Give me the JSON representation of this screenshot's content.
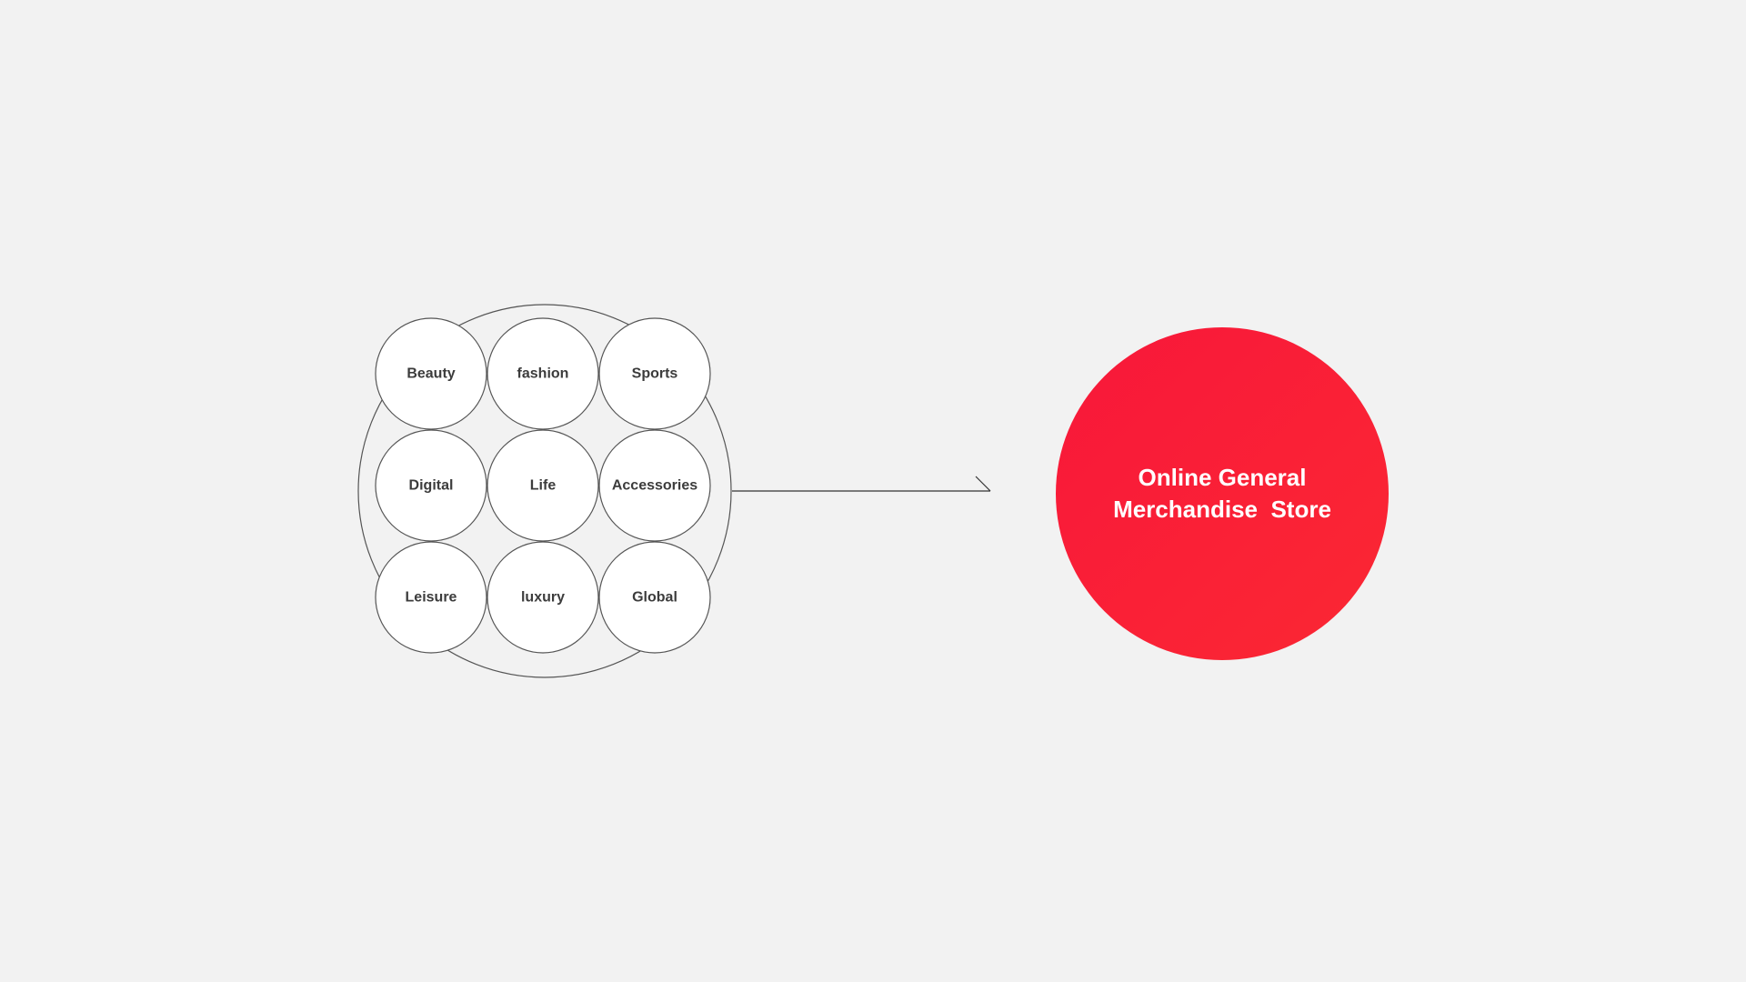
{
  "categories": [
    {
      "label": "Beauty"
    },
    {
      "label": "fashion"
    },
    {
      "label": "Sports"
    },
    {
      "label": "Digital"
    },
    {
      "label": "Life"
    },
    {
      "label": "Accessories"
    },
    {
      "label": "Leisure"
    },
    {
      "label": "luxury"
    },
    {
      "label": "Global"
    }
  ],
  "store": {
    "line1": "Online General",
    "line2": "Merchandise  Store"
  },
  "colors": {
    "background": "#f2f2f2",
    "outline": "#555555",
    "category_fill": "#ffffff",
    "category_text": "#3c3c3c",
    "store_gradient_start": "#f8173a",
    "store_gradient_end": "#fb2833",
    "store_text": "#ffffff"
  }
}
